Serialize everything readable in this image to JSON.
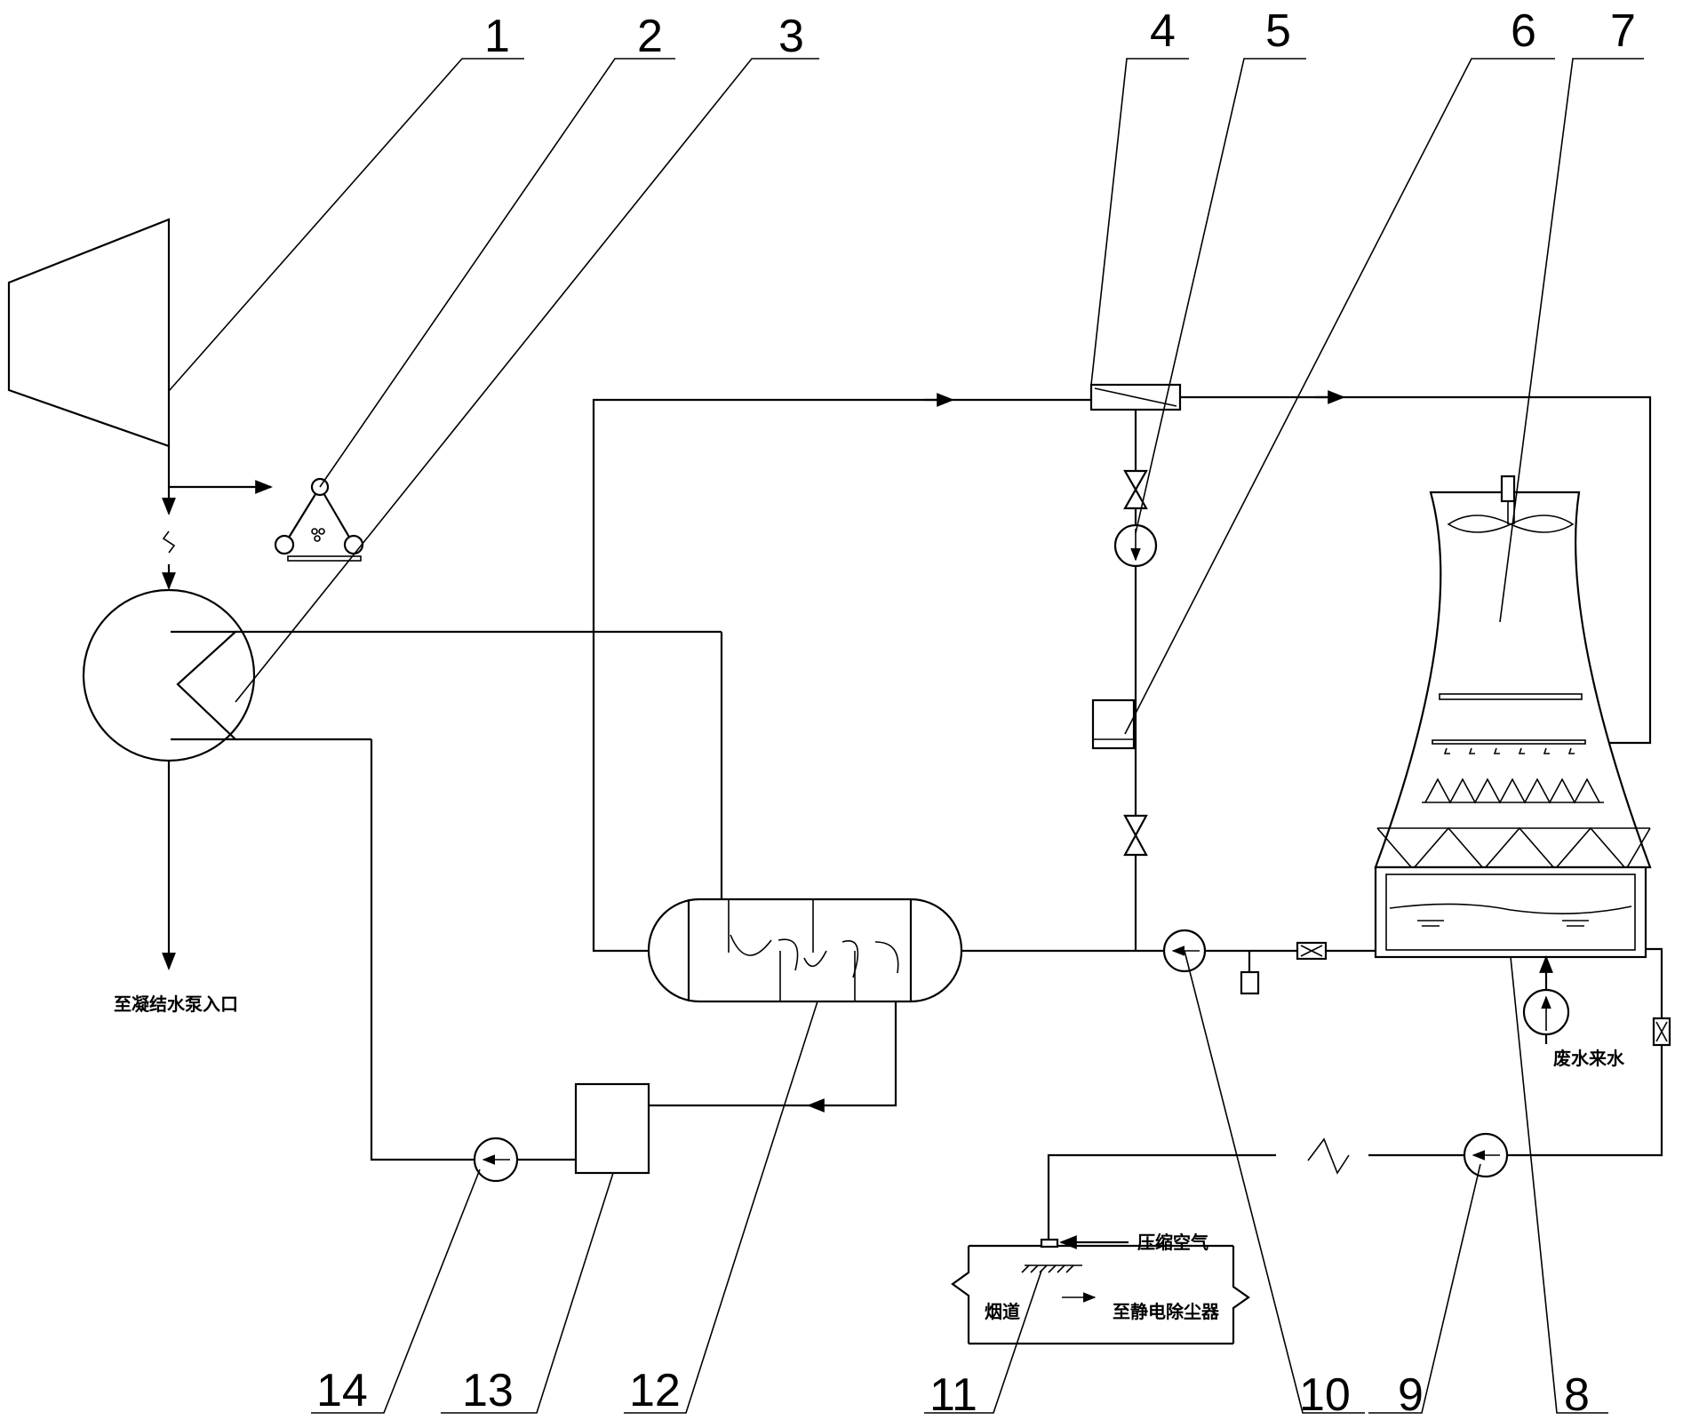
{
  "callouts": {
    "c1": "1",
    "c2": "2",
    "c3": "3",
    "c4": "4",
    "c5": "5",
    "c6": "6",
    "c7": "7",
    "c8": "8",
    "c9": "9",
    "c10": "10",
    "c11": "11",
    "c12": "12",
    "c13": "13",
    "c14": "14"
  },
  "labels": {
    "to_condensate_pump": "至凝结水泵入口",
    "wastewater_inlet": "废水来水",
    "compressed_air": "压缩空气",
    "flue": "烟道",
    "to_esp": "至静电除尘器"
  }
}
